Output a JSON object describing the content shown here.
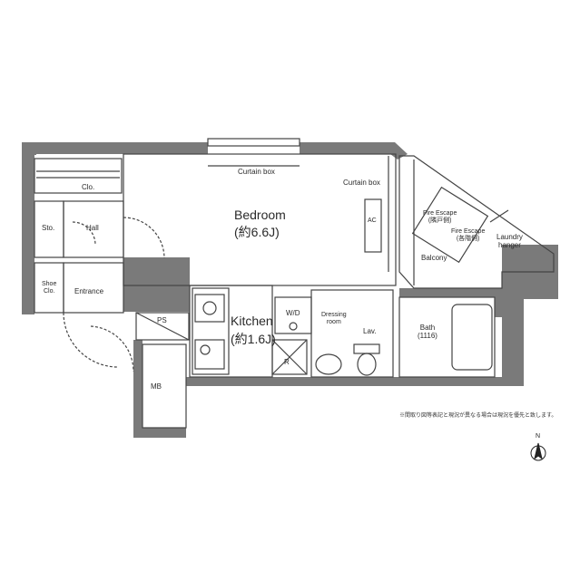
{
  "rooms": {
    "bedroom": "Bedroom",
    "bedroom_size": "(約6.6J)",
    "kitchen": "Kitchen",
    "kitchen_size": "(約1.6J)",
    "curtain_box_top": "Curtain box",
    "curtain_box_right": "Curtain box",
    "closet": "Clo.",
    "storage": "Sto.",
    "hall": "Hall",
    "shoe_closet": "Shoe\nClo.",
    "entrance": "Entrance",
    "ps": "PS",
    "mb": "MB",
    "wd": "W/D",
    "dressing_room": "Dressing\nroom",
    "lavatory": "Lav.",
    "bath": "Bath\n(1116)",
    "refrigerator": "R",
    "ac": "AC",
    "fire_escape_1": "Fire Escape\n(隣戸側)",
    "fire_escape_2": "Fire Escape\n(各階側)",
    "laundry_hanger": "Laundry\nhanger",
    "balcony": "Balcony"
  },
  "note": "※間取り図等表記と現況が異なる場合は現況を優先と致します。",
  "north_label": "N",
  "colors": {
    "wall": "#7a7a7a",
    "line": "#444444"
  }
}
